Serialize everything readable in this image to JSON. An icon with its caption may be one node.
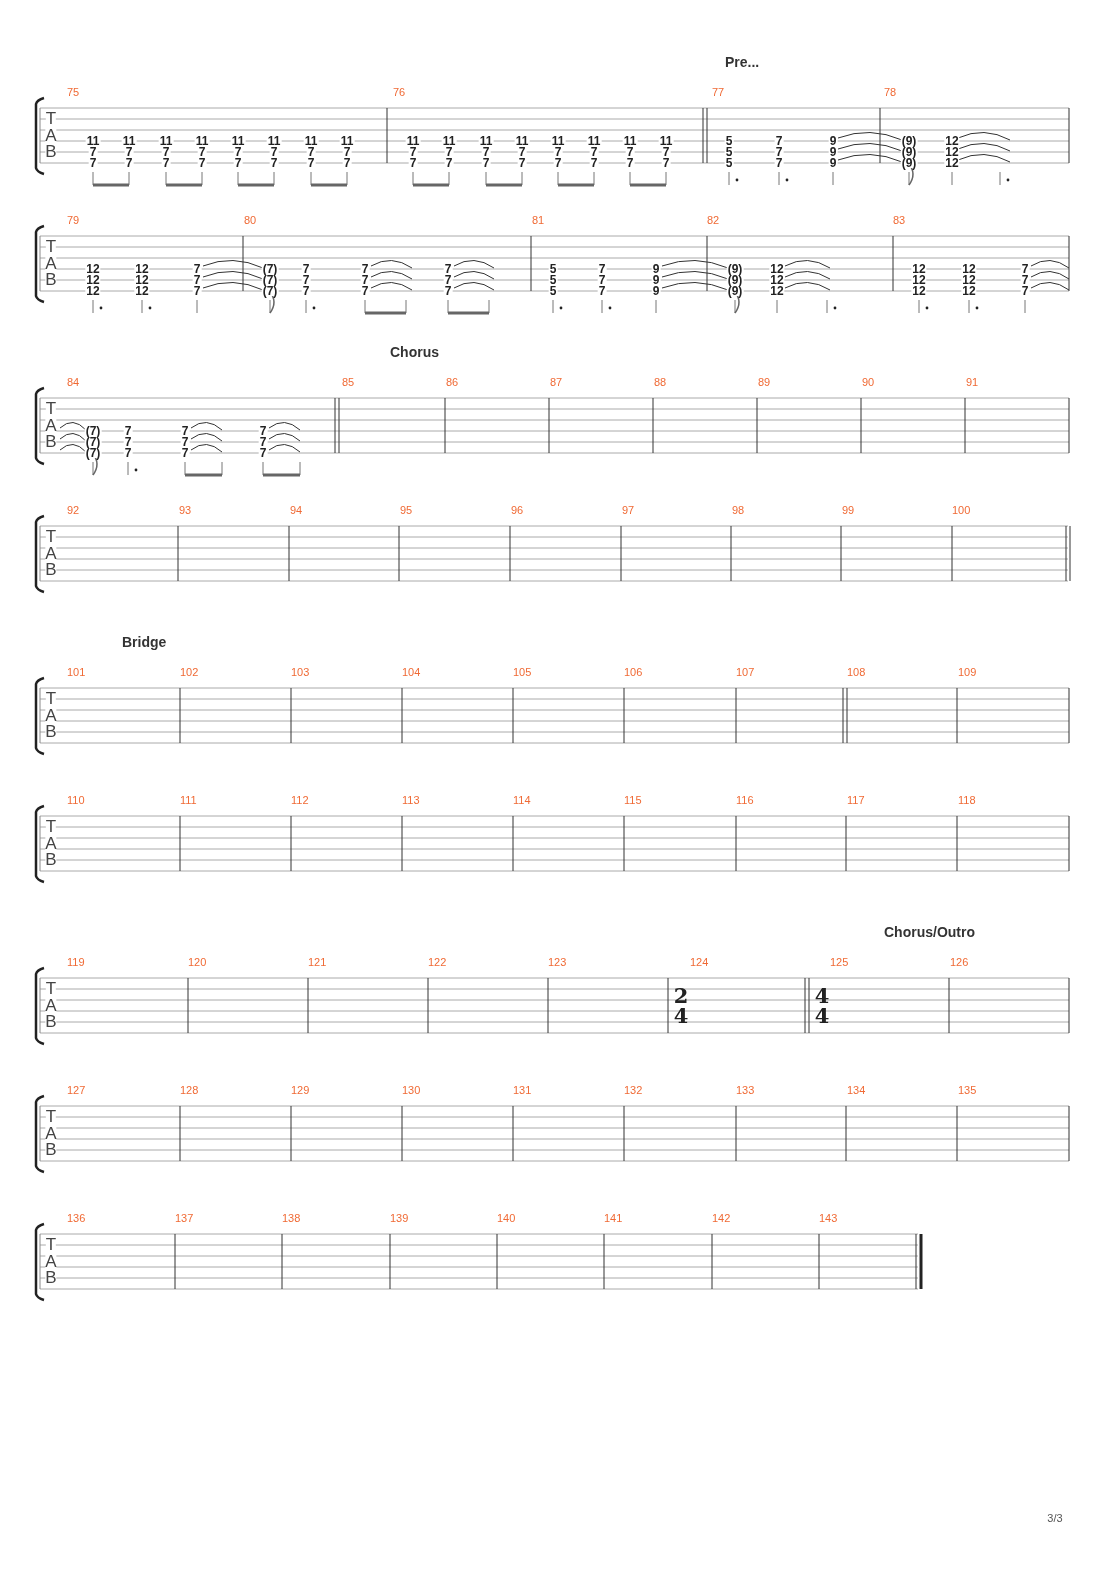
{
  "diagram": {
    "labels": [
      "Pre...",
      "75",
      "76",
      "77",
      "78",
      "T",
      "A",
      "B",
      "11",
      "7",
      "7",
      "11",
      "7",
      "7",
      "11",
      "7",
      "7",
      "11",
      "7",
      "7",
      "11",
      "7",
      "7",
      "11",
      "7",
      "7",
      "11",
      "7",
      "7",
      "11",
      "7",
      "7",
      "11",
      "7",
      "7",
      "11",
      "7",
      "7",
      "11",
      "7",
      "7",
      "11",
      "7",
      "7",
      "11",
      "7",
      "7",
      "11",
      "7",
      "7",
      "11",
      "7",
      "7",
      "11",
      "7",
      "7",
      "5",
      "5",
      "5",
      "7",
      "7",
      "7",
      "9",
      "9",
      "9",
      "(9)",
      "(9)",
      "(9)",
      "12",
      "12",
      "12",
      "79",
      "80",
      "81",
      "82",
      "83",
      "T",
      "A",
      "B",
      "12",
      "12",
      "12",
      "12",
      "12",
      "12",
      "7",
      "7",
      "7",
      "(7)",
      "(7)",
      "(7)",
      "7",
      "7",
      "7",
      "7",
      "7",
      "7",
      "7",
      "7",
      "7",
      "5",
      "5",
      "5",
      "7",
      "7",
      "7",
      "9",
      "9",
      "9",
      "(9)",
      "(9)",
      "(9)",
      "12",
      "12",
      "12",
      "12",
      "12",
      "12",
      "12",
      "12",
      "12",
      "7",
      "7",
      "7",
      "Chorus",
      "84",
      "85",
      "86",
      "87",
      "88",
      "89",
      "90",
      "91",
      "T",
      "A",
      "B",
      "(7)",
      "(7)",
      "(7)",
      "7",
      "7",
      "7",
      "7",
      "7",
      "7",
      "7",
      "7",
      "7",
      "92",
      "93",
      "94",
      "95",
      "96",
      "97",
      "98",
      "99",
      "100",
      "T",
      "A",
      "B",
      "Bridge",
      "101",
      "102",
      "103",
      "104",
      "105",
      "106",
      "107",
      "108",
      "109",
      "T",
      "A",
      "B",
      "110",
      "111",
      "112",
      "113",
      "114",
      "115",
      "116",
      "117",
      "118",
      "T",
      "A",
      "B",
      "Chorus/Outro",
      "119",
      "120",
      "121",
      "122",
      "123",
      "124",
      "125",
      "126",
      "T",
      "A",
      "B",
      "2",
      "4",
      "4",
      "4",
      "127",
      "128",
      "129",
      "130",
      "131",
      "132",
      "133",
      "134",
      "135",
      "T",
      "A",
      "B",
      "136",
      "137",
      "138",
      "139",
      "140",
      "141",
      "142",
      "143",
      "T",
      "A",
      "B",
      "3/3"
    ]
  }
}
